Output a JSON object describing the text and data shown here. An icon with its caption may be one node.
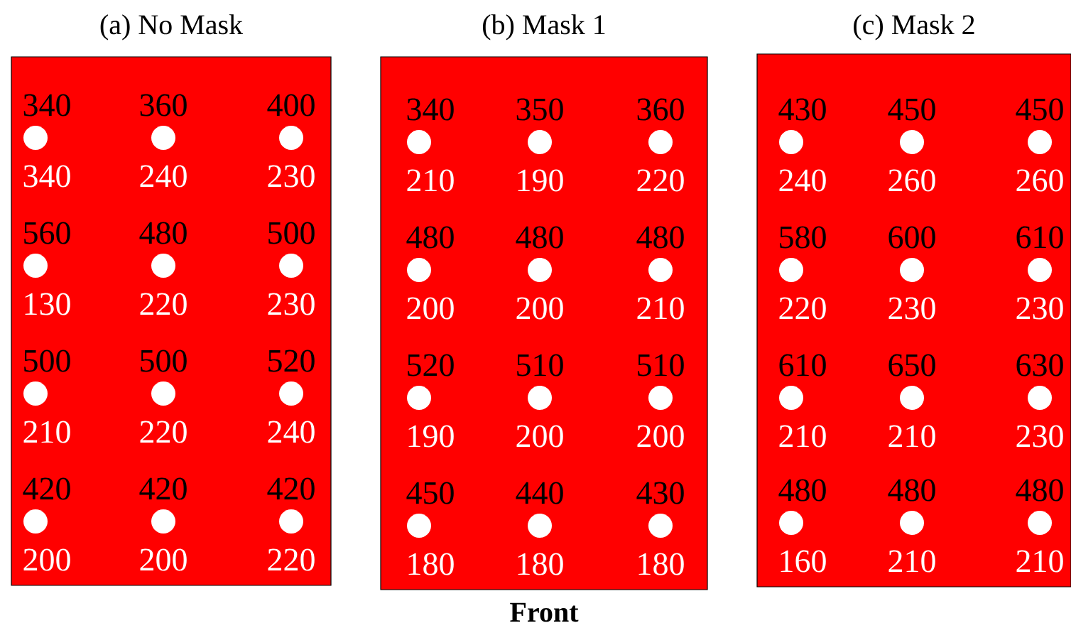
{
  "diagram": {
    "nodes": [
      {
        "text": [
          "(a) No Mask"
        ]
      },
      {
        "text": [],
        "shape": "circle",
        "in": 0,
        "beside": [
          "340",
          "340"
        ]
      },
      {
        "text": [],
        "shape": "circle",
        "in": 0,
        "beside": [
          "360",
          "240"
        ]
      },
      {
        "text": [],
        "shape": "circle",
        "in": 0,
        "beside": [
          "400",
          "230"
        ]
      },
      {
        "text": [],
        "shape": "circle",
        "in": 0,
        "beside": [
          "560",
          "130"
        ]
      },
      {
        "text": [],
        "shape": "circle",
        "in": 0,
        "beside": [
          "480",
          "220"
        ]
      },
      {
        "text": [],
        "shape": "circle",
        "in": 0,
        "beside": [
          "500",
          "230"
        ]
      },
      {
        "text": [],
        "shape": "circle",
        "in": 0,
        "beside": [
          "500",
          "210"
        ]
      },
      {
        "text": [],
        "shape": "circle",
        "in": 0,
        "beside": [
          "500",
          "220"
        ]
      },
      {
        "text": [],
        "shape": "circle",
        "in": 0,
        "beside": [
          "520",
          "240"
        ]
      },
      {
        "text": [],
        "shape": "circle",
        "in": 0,
        "beside": [
          "420",
          "200"
        ]
      },
      {
        "text": [],
        "shape": "circle",
        "in": 0,
        "beside": [
          "420",
          "200"
        ]
      },
      {
        "text": [],
        "shape": "circle",
        "in": 0,
        "beside": [
          "420",
          "220"
        ]
      },
      {
        "text": [
          "(b) Mask 1"
        ]
      },
      {
        "text": [],
        "shape": "circle",
        "in": 13,
        "beside": [
          "340",
          "210"
        ]
      },
      {
        "text": [],
        "shape": "circle",
        "in": 13,
        "beside": [
          "350",
          "190"
        ]
      },
      {
        "text": [],
        "shape": "circle",
        "in": 13,
        "beside": [
          "360",
          "220"
        ]
      },
      {
        "text": [],
        "shape": "circle",
        "in": 13,
        "beside": [
          "480",
          "200"
        ]
      },
      {
        "text": [],
        "shape": "circle",
        "in": 13,
        "beside": [
          "480",
          "200"
        ]
      },
      {
        "text": [],
        "shape": "circle",
        "in": 13,
        "beside": [
          "480",
          "210"
        ]
      },
      {
        "text": [],
        "shape": "circle",
        "in": 13,
        "beside": [
          "520",
          "190"
        ]
      },
      {
        "text": [],
        "shape": "circle",
        "in": 13,
        "beside": [
          "510",
          "200"
        ]
      },
      {
        "text": [],
        "shape": "circle",
        "in": 13,
        "beside": [
          "510",
          "200"
        ]
      },
      {
        "text": [],
        "shape": "circle",
        "in": 13,
        "beside": [
          "450",
          "180"
        ]
      },
      {
        "text": [],
        "shape": "circle",
        "in": 13,
        "beside": [
          "440",
          "180"
        ]
      },
      {
        "text": [],
        "shape": "circle",
        "in": 13,
        "beside": [
          "430",
          "180"
        ]
      },
      {
        "text": [
          "(c) Mask 2"
        ]
      },
      {
        "text": [],
        "shape": "circle",
        "in": 26,
        "beside": [
          "430",
          "240"
        ]
      },
      {
        "text": [],
        "shape": "circle",
        "in": 26,
        "beside": [
          "450",
          "260"
        ]
      },
      {
        "text": [],
        "shape": "circle",
        "in": 26,
        "beside": [
          "450",
          "260"
        ]
      },
      {
        "text": [],
        "shape": "circle",
        "in": 26,
        "beside": [
          "580",
          "220"
        ]
      },
      {
        "text": [],
        "shape": "circle",
        "in": 26,
        "beside": [
          "600",
          "230"
        ]
      },
      {
        "text": [],
        "shape": "circle",
        "in": 26,
        "beside": [
          "610",
          "230"
        ]
      },
      {
        "text": [],
        "shape": "circle",
        "in": 26,
        "beside": [
          "610",
          "210"
        ]
      },
      {
        "text": [],
        "shape": "circle",
        "in": 26,
        "beside": [
          "650",
          "210"
        ]
      },
      {
        "text": [],
        "shape": "circle",
        "in": 26,
        "beside": [
          "630",
          "230"
        ]
      },
      {
        "text": [],
        "shape": "circle",
        "in": 26,
        "beside": [
          "480",
          "160"
        ]
      },
      {
        "text": [],
        "shape": "circle",
        "in": 26,
        "beside": [
          "480",
          "210"
        ]
      },
      {
        "text": [],
        "shape": "circle",
        "in": 26,
        "beside": [
          "480",
          "210"
        ]
      }
    ],
    "edges": [],
    "labels": [
      "Front"
    ]
  }
}
